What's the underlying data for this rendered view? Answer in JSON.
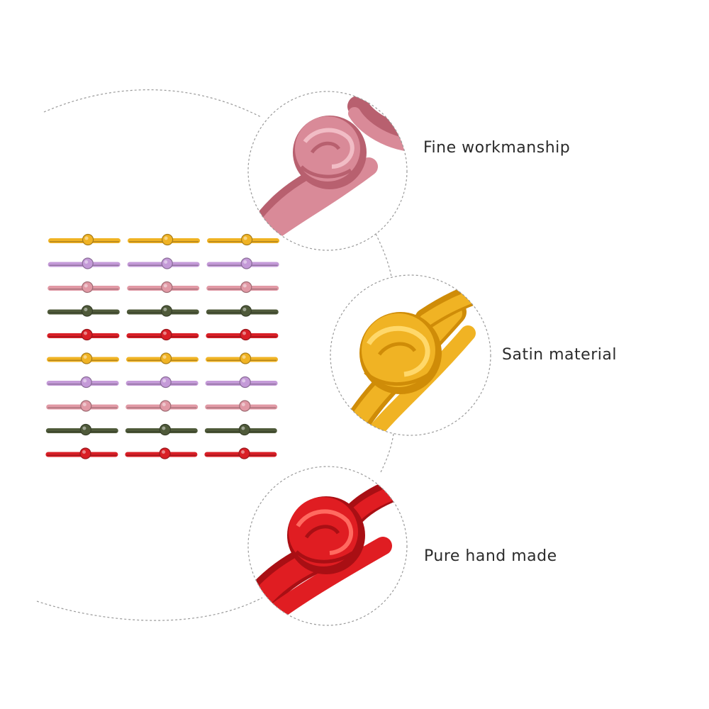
{
  "features": [
    {
      "label": "Fine workmanship",
      "color": "#d98a98",
      "shade": "#b8606f",
      "highlight": "#f1bcc5"
    },
    {
      "label": "Satin material",
      "color": "#f0b324",
      "shade": "#cf8c08",
      "highlight": "#ffd86a"
    },
    {
      "label": "Pure hand made",
      "color": "#e01d22",
      "shade": "#a90f14",
      "highlight": "#ff6a60"
    }
  ],
  "grid": {
    "columns": 3,
    "row_colors": [
      "#f0b324",
      "#c49ad8",
      "#e199a5",
      "#4f5a3a",
      "#d91f26",
      "#f0b324",
      "#c49ad8",
      "#e199a5",
      "#4f5a3a",
      "#d91f26"
    ]
  }
}
